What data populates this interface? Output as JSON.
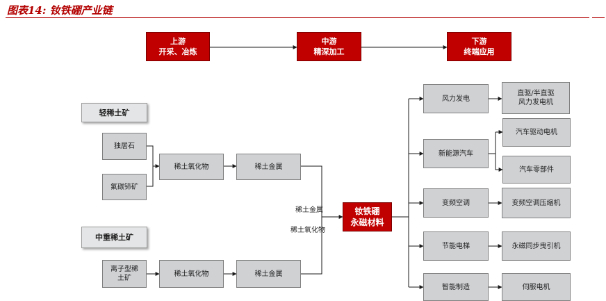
{
  "title": "图表14:  钕铁硼产业链",
  "stages": [
    {
      "line1": "上游",
      "line2": "开采、冶炼"
    },
    {
      "line1": "中游",
      "line2": "精深加工"
    },
    {
      "line1": "下游",
      "line2": "终端应用"
    }
  ],
  "light": {
    "category": "轻稀土矿",
    "ore1": "独居石",
    "ore2": "氟碳铈矿",
    "oxide": "稀土氧化物",
    "metal": "稀土金属"
  },
  "heavy": {
    "category": "中重稀土矿",
    "ore": "离子型稀\n土矿",
    "oxide": "稀土氧化物",
    "metal": "稀土金属"
  },
  "inputs": {
    "metal": "稀土金属",
    "oxide": "稀土氧化物"
  },
  "core": "钕铁硼\n永磁材料",
  "applications": [
    {
      "name": "风力发电",
      "outputs": [
        "直驱/半直驱\n风力发电机"
      ]
    },
    {
      "name": "新能源汽车",
      "outputs": [
        "汽车驱动电机",
        "汽车零部件"
      ]
    },
    {
      "name": "变频空调",
      "outputs": [
        "变频空调压缩机"
      ]
    },
    {
      "name": "节能电梯",
      "outputs": [
        "永磁同步曳引机"
      ]
    },
    {
      "name": "智能制造",
      "outputs": [
        "伺服电机"
      ]
    }
  ]
}
